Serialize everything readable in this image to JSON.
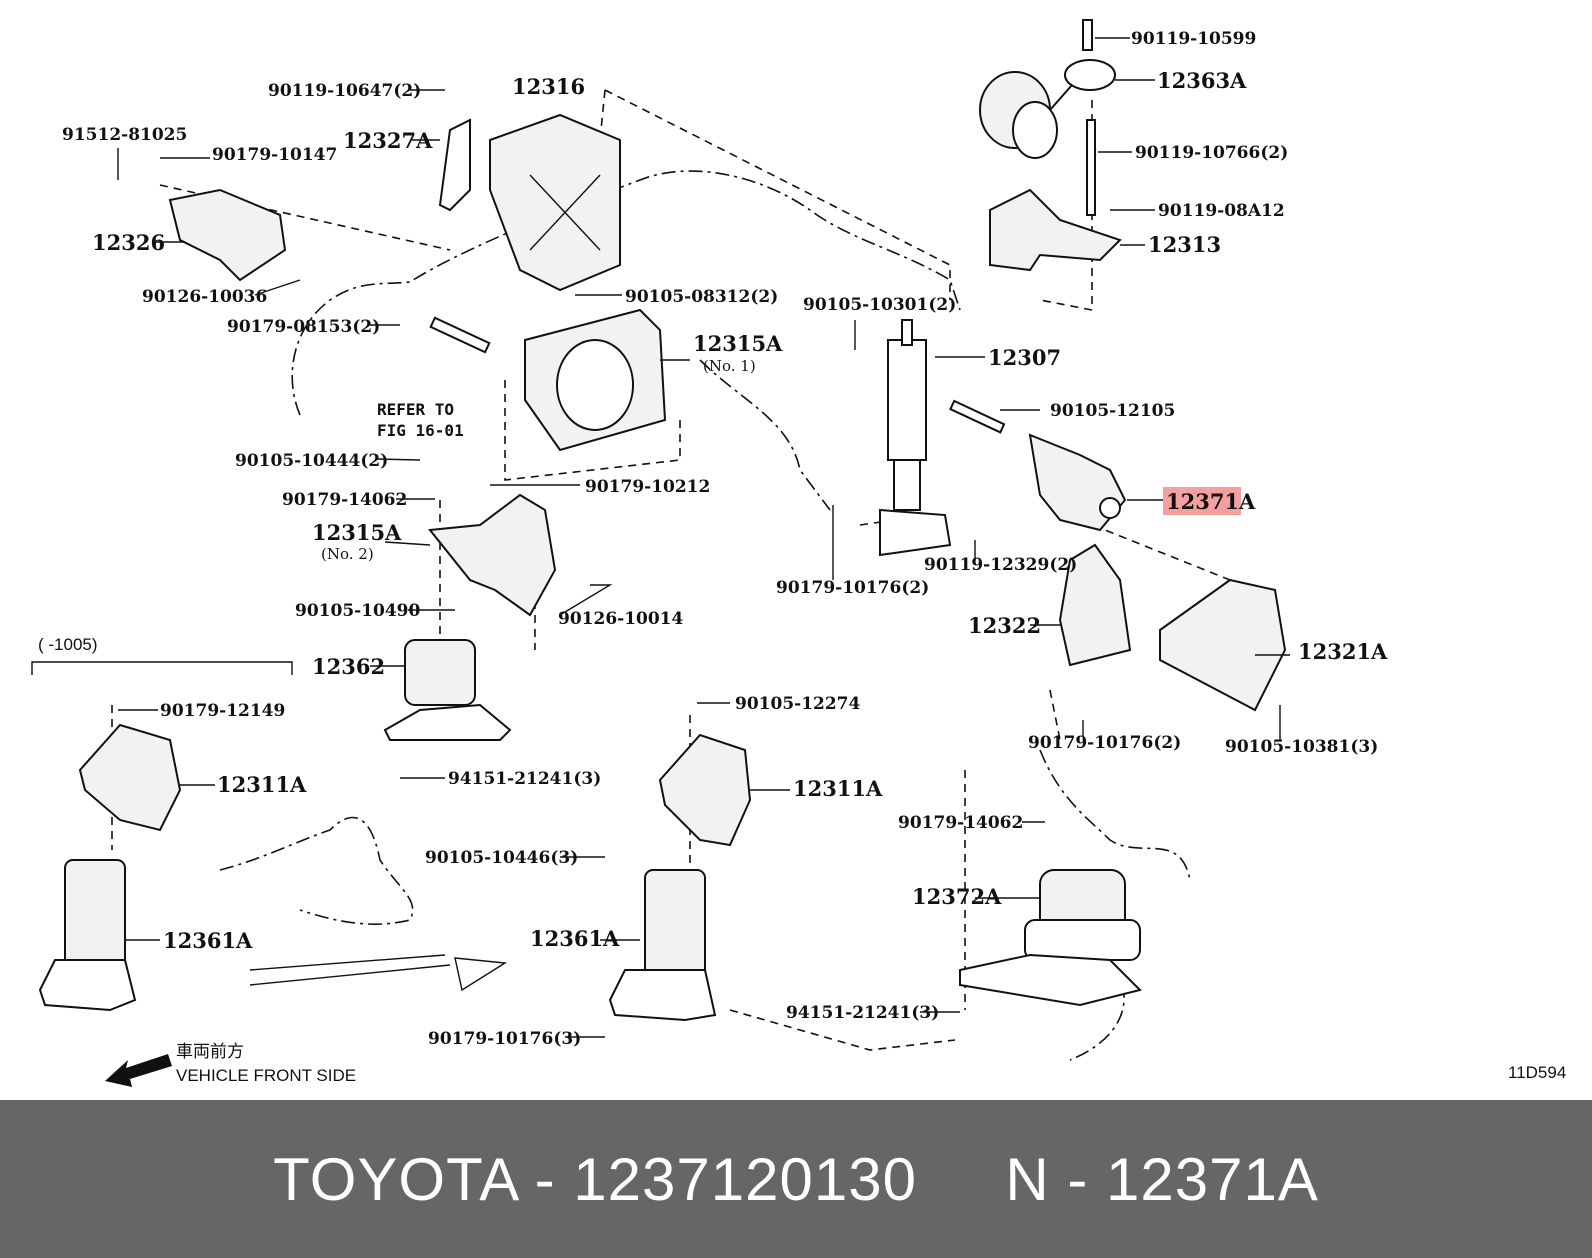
{
  "diagram": {
    "highlight_color": "#f4a0a0",
    "labels": {
      "p90119_10599": "90119-10599",
      "p12363A": "12363A",
      "p90119_10766": "90119-10766(2)",
      "p90119_08A12": "90119-08A12",
      "p12313": "12313",
      "p90119_10647": "90119-10647(2)",
      "p12316": "12316",
      "p91512_81025": "91512-81025",
      "p90179_10147": "90179-10147",
      "p12327A": "12327A",
      "p12326": "12326",
      "p90126_10036": "90126-10036",
      "p90105_08312": "90105-08312(2)",
      "p90179_08153": "90179-08153(2)",
      "p12315A_1": "12315A",
      "p12315A_1_sub": "(No. 1)",
      "p90105_10301": "90105-10301(2)",
      "p12307": "12307",
      "p90105_12105": "90105-12105",
      "p12371A": "12371A",
      "p90105_10444": "90105-10444(2)",
      "p90179_10212": "90179-10212",
      "p90179_14062_a": "90179-14062",
      "p12315A_2": "12315A",
      "p12315A_2_sub": "(No. 2)",
      "p90126_10014": "90126-10014",
      "p90105_10490": "90105-10490",
      "p90179_10176_a": "90179-10176(2)",
      "p90119_12329": "90119-12329(2)",
      "p12322": "12322",
      "p12321A": "12321A",
      "p12362": "12362",
      "p90179_12149": "90179-12149",
      "p12311A_a": "12311A",
      "p90105_12274": "90105-12274",
      "p94151_21241_a": "94151-21241(3)",
      "p12311A_b": "12311A",
      "p90179_10176_b": "90179-10176(2)",
      "p90105_10381": "90105-10381(3)",
      "p90105_10446": "90105-10446(3)",
      "p90179_14062_b": "90179-14062",
      "p12361A_a": "12361A",
      "p12361A_b": "12361A",
      "p12372A": "12372A",
      "p94151_21241_b": "94151-21241(3)",
      "p90179_10176_c": "90179-10176(3)"
    },
    "refer_to_line1": "REFER TO",
    "refer_to_line2": "FIG 16-01",
    "bracket_range": "(      -1005)",
    "front_jp": "車両前方",
    "front_en": "VEHICLE FRONT SIDE",
    "diagram_code": "11D594"
  },
  "footer": {
    "text": "TOYOTA - 1237120130     N - 12371A"
  }
}
